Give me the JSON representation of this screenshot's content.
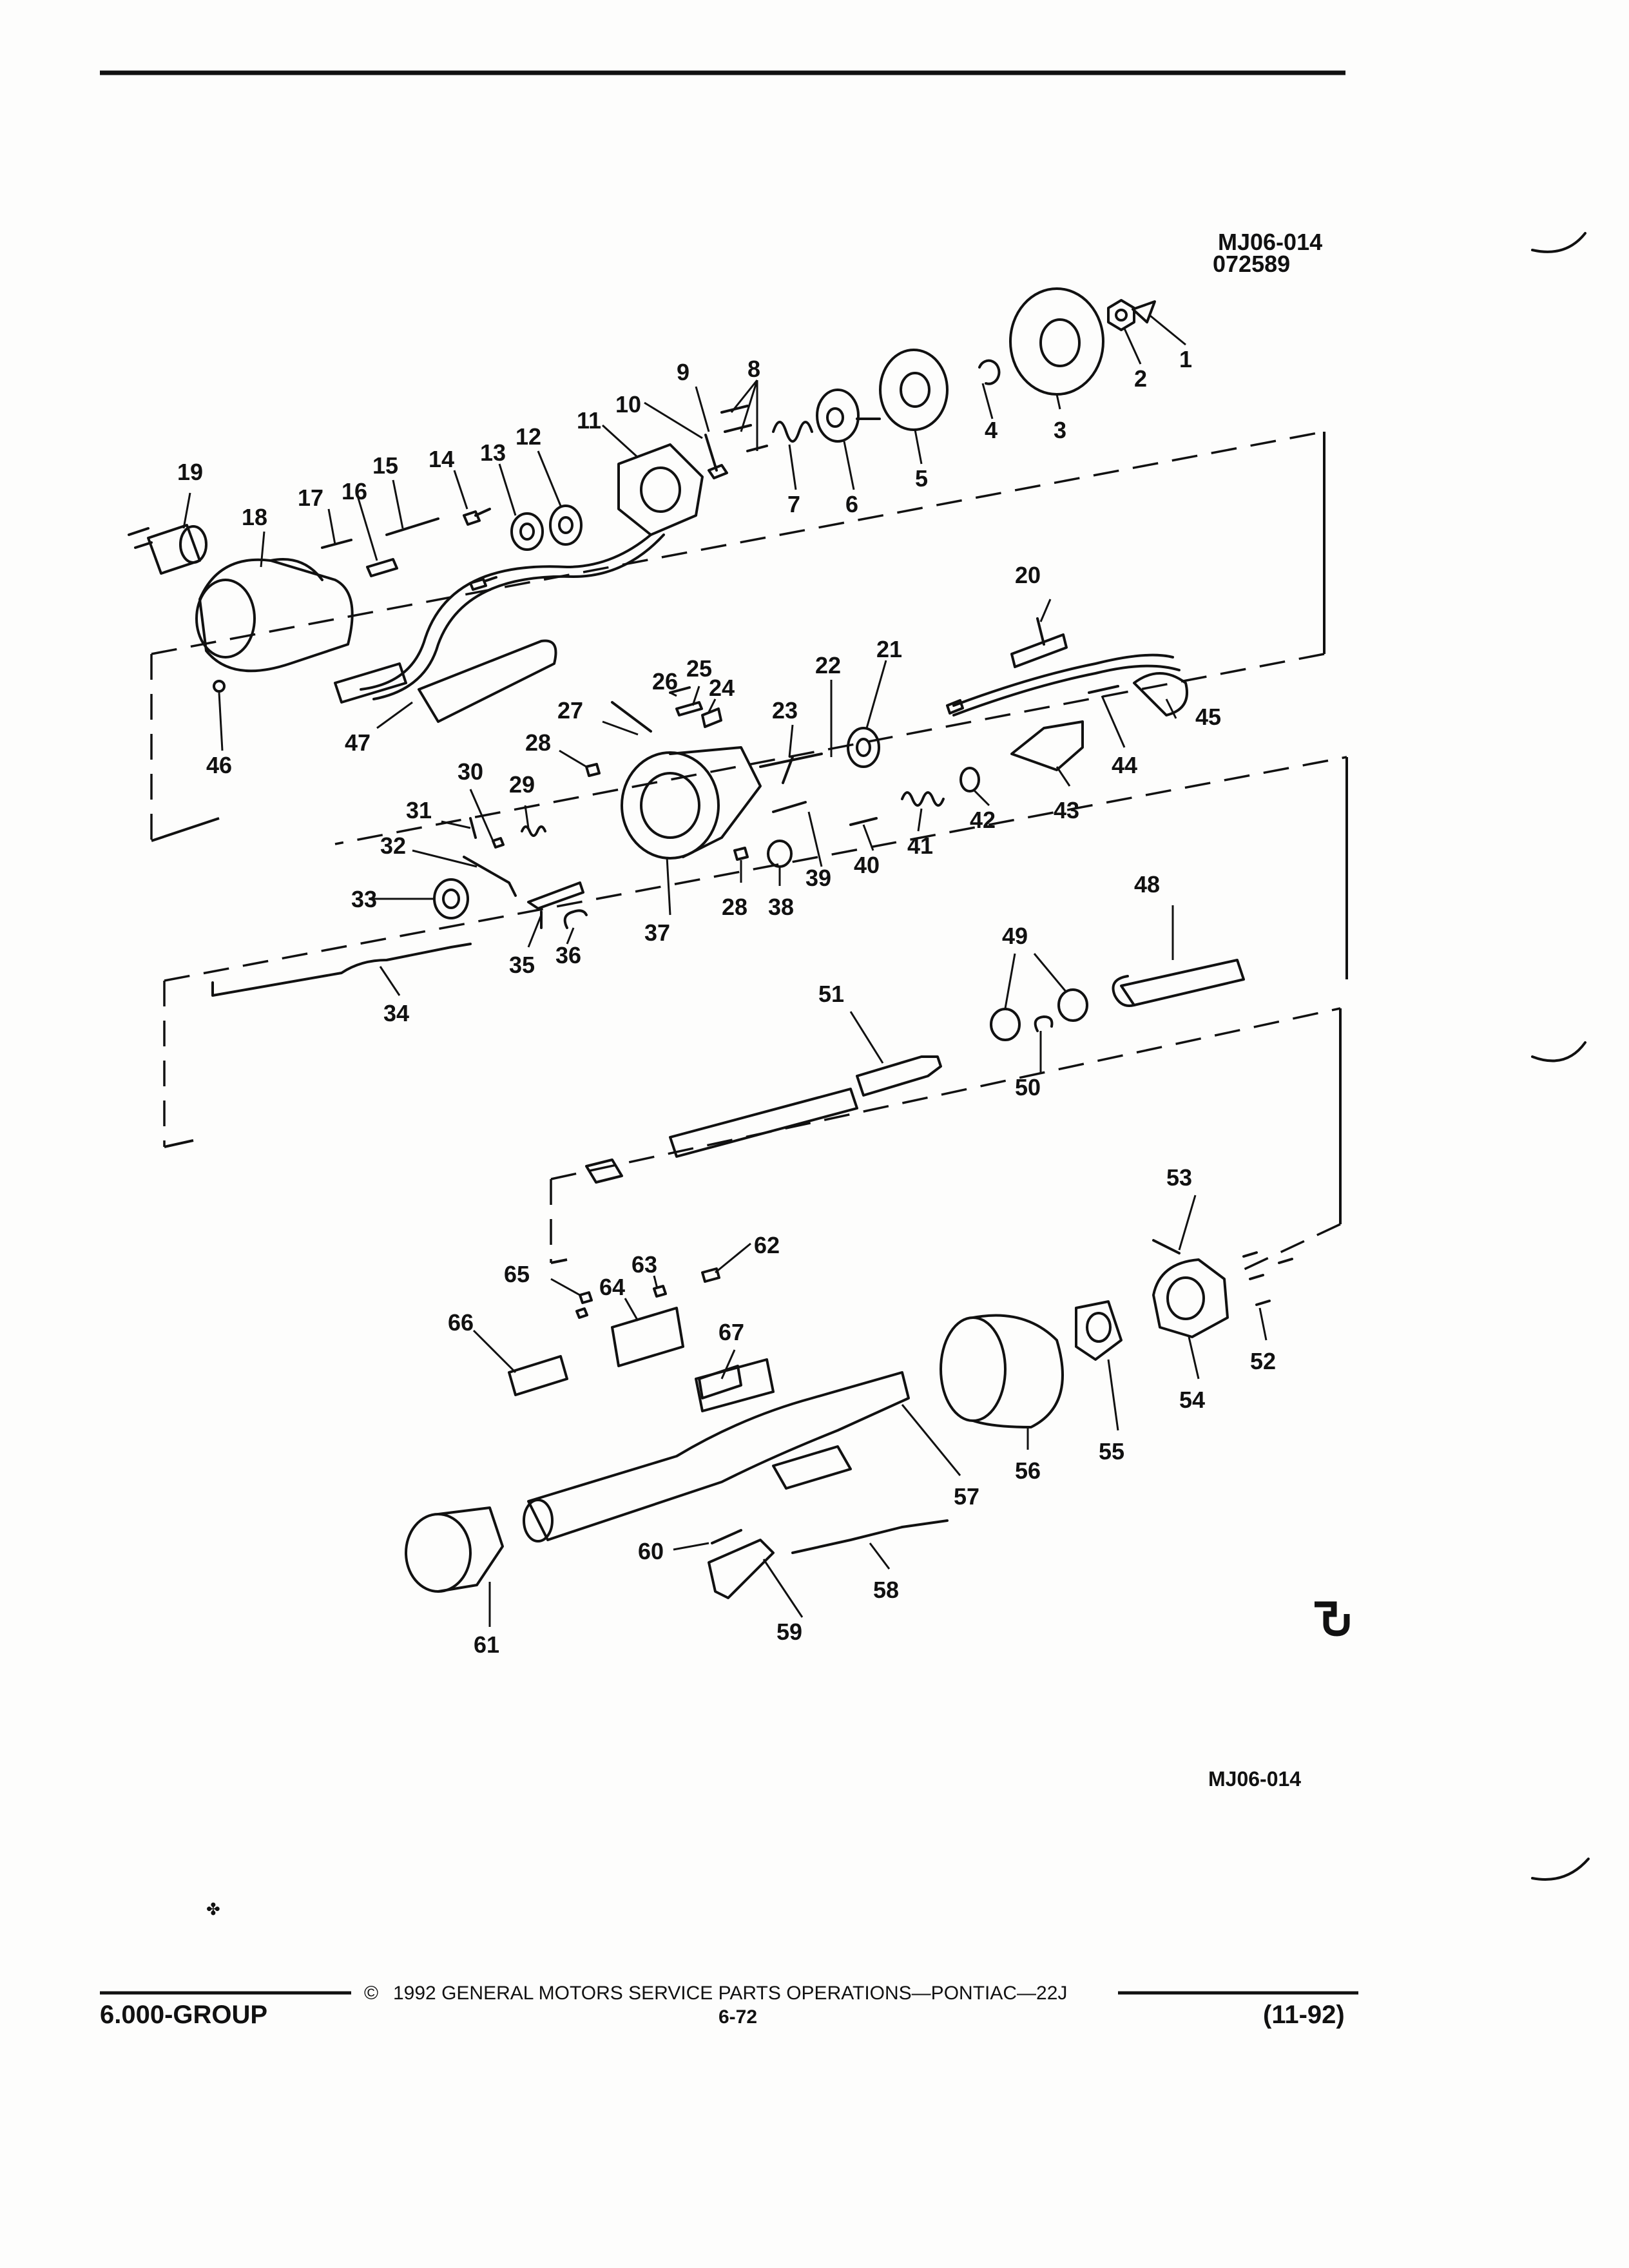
{
  "header": {
    "code_top": "MJ06-014",
    "date_code": "072589",
    "code_bottom": "MJ06-014"
  },
  "callouts": [
    "1",
    "2",
    "3",
    "4",
    "5",
    "6",
    "7",
    "8",
    "9",
    "10",
    "11",
    "12",
    "13",
    "14",
    "15",
    "16",
    "17",
    "18",
    "19",
    "20",
    "21",
    "22",
    "23",
    "24",
    "25",
    "26",
    "27",
    "28",
    "28",
    "29",
    "30",
    "31",
    "32",
    "33",
    "34",
    "35",
    "36",
    "37",
    "38",
    "39",
    "40",
    "41",
    "42",
    "43",
    "44",
    "45",
    "46",
    "47",
    "48",
    "49",
    "50",
    "51",
    "52",
    "53",
    "54",
    "55",
    "56",
    "57",
    "58",
    "59",
    "60",
    "61",
    "62",
    "63",
    "64",
    "65",
    "66",
    "67"
  ],
  "footer": {
    "copyright_symbol": "©",
    "copyright_line": "1992 GENERAL MOTORS SERVICE PARTS OPERATIONS—PONTIAC—22J",
    "group": "6.000-GROUP",
    "page": "6-72",
    "date": "(11-92)"
  }
}
